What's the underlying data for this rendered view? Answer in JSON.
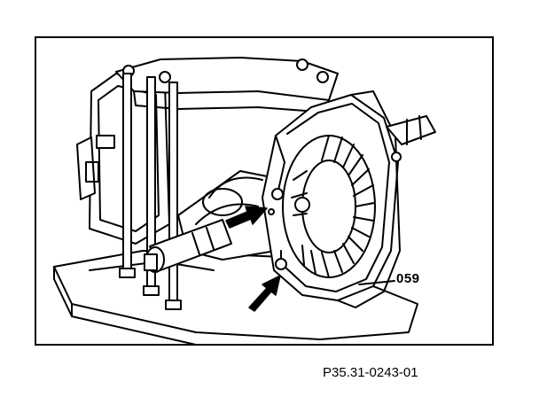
{
  "figure": {
    "callout_label": "059",
    "reference_code": "P35.31-0243-01",
    "line_color": "#000000",
    "background_color": "#ffffff",
    "icons": [
      "gear-housing-illustration",
      "pointer-arrow",
      "callout-leader-line"
    ]
  }
}
